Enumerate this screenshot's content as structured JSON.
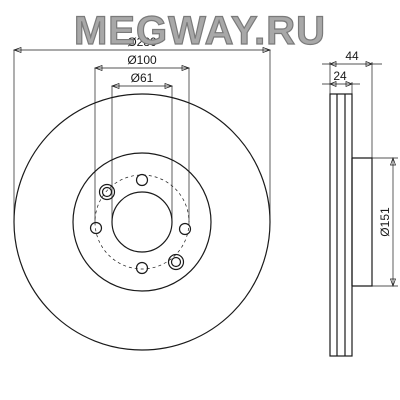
{
  "watermark": {
    "text": "MEGWAY.RU",
    "fill_color": "#a8a8a8",
    "stroke_color": "#7a7a7a"
  },
  "dimensions": {
    "outer_diameter": "Ø280",
    "bolt_circle": "Ø100",
    "center_bore": "Ø61",
    "total_thickness": "44",
    "disc_thickness": "24",
    "hat_diameter": "Ø151"
  }
}
